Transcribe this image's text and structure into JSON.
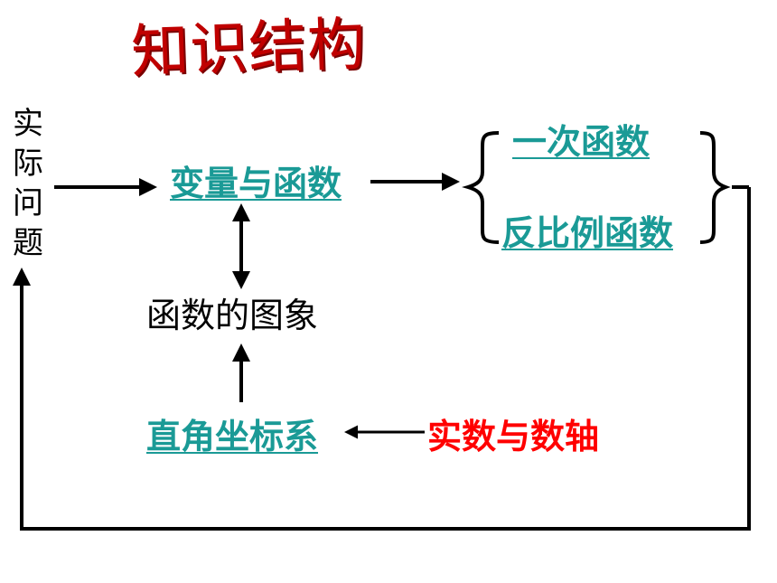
{
  "title": "知识结构",
  "left_label": [
    "实",
    "际",
    "问",
    "题"
  ],
  "nodes": {
    "variables_functions": "变量与函数",
    "linear_function": "一次函数",
    "inverse_proportion": "反比例函数",
    "function_graph": "函数的图象",
    "coordinate_system": "直角坐标系",
    "real_number_line": "实数与数轴"
  },
  "colors": {
    "title": "#c00000",
    "link": "#1a9a96",
    "highlight": "#ff0000",
    "line": "#000000"
  }
}
